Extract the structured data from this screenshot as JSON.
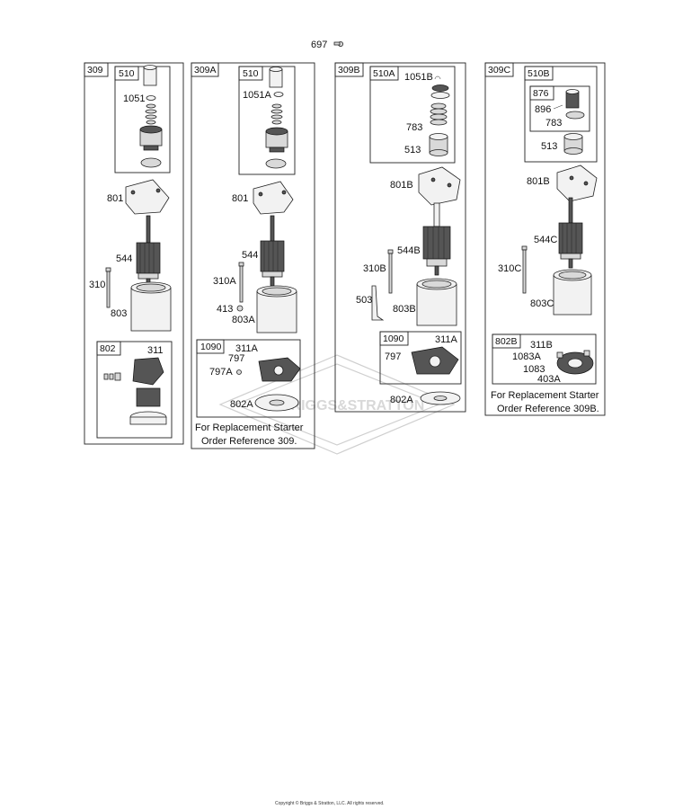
{
  "header": {
    "part": "697"
  },
  "panels": {
    "p309": {
      "id": "309",
      "sub": "510",
      "parts": [
        "1051",
        "801",
        "544",
        "310",
        "803"
      ],
      "brush": {
        "id": "802",
        "part": "311"
      }
    },
    "p309a": {
      "id": "309A",
      "sub": "510",
      "parts": [
        "1051A",
        "801",
        "544",
        "310A",
        "413",
        "803A"
      ],
      "brush": {
        "id": "1090",
        "parts": [
          "311A",
          "797",
          "797A",
          "802A"
        ]
      },
      "note": [
        "For Replacement Starter",
        "Order Reference 309."
      ]
    },
    "p309b": {
      "id": "309B",
      "sub": "510A",
      "subparts": [
        "1051B",
        "783",
        "513"
      ],
      "parts": [
        "801B",
        "544B",
        "310B",
        "503",
        "803B"
      ],
      "brush": {
        "id": "1090",
        "parts": [
          "311A",
          "797",
          "802A"
        ]
      }
    },
    "p309c": {
      "id": "309C",
      "sub": "510B",
      "sub2": "876",
      "subparts": [
        "896",
        "783",
        "513"
      ],
      "parts": [
        "801B",
        "544C",
        "310C",
        "803C"
      ],
      "brush": {
        "id": "802B",
        "parts": [
          "311B",
          "1083A",
          "1083",
          "403A"
        ]
      },
      "note": [
        "For Replacement Starter",
        "Order Reference 309B."
      ]
    }
  },
  "watermark": "BRIGGS&STRATTON",
  "footer": {
    "copyright": "Copyright © Briggs & Stratton, LLC. All rights reserved."
  }
}
